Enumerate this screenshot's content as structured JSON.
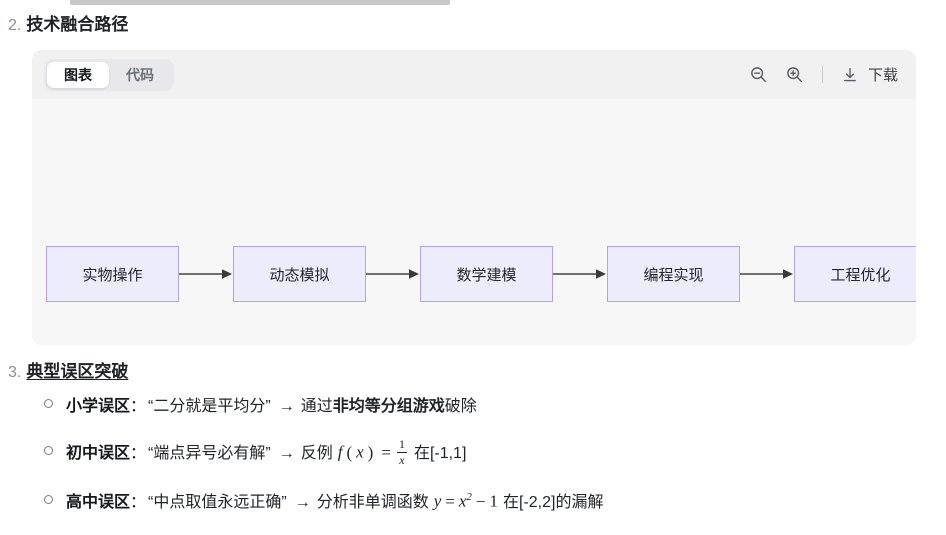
{
  "sections": [
    {
      "number": "2.",
      "title": "技术融合路径",
      "underlined": false
    },
    {
      "number": "3.",
      "title": "典型误区突破",
      "underlined": true
    }
  ],
  "chart_panel": {
    "tabs": [
      {
        "label": "图表",
        "active": true
      },
      {
        "label": "代码",
        "active": false
      }
    ],
    "tools": {
      "zoom_out_icon": "zoom-out-icon",
      "zoom_in_icon": "zoom-in-icon",
      "download_icon": "download-icon",
      "download_label": "下载"
    }
  },
  "chart_data": {
    "type": "diagram",
    "diagram_kind": "flowchart",
    "direction": "left-to-right",
    "title": "技术融合路径",
    "node_fill": "#ececfd",
    "node_border": "#b3a2e6",
    "edge_color": "#707070",
    "nodes": [
      {
        "id": "n0",
        "label": "实物操作"
      },
      {
        "id": "n1",
        "label": "动态模拟"
      },
      {
        "id": "n2",
        "label": "数学建模"
      },
      {
        "id": "n3",
        "label": "编程实现"
      },
      {
        "id": "n4",
        "label": "工程优化"
      }
    ],
    "edges": [
      {
        "from": "n0",
        "to": "n1",
        "arrow": true
      },
      {
        "from": "n1",
        "to": "n2",
        "arrow": true
      },
      {
        "from": "n2",
        "to": "n3",
        "arrow": true
      },
      {
        "from": "n3",
        "to": "n4",
        "arrow": true
      }
    ]
  },
  "misconceptions": [
    {
      "label": "小学误区",
      "colon": "：",
      "quote": "“二分就是平均分”",
      "arrow": "→",
      "prefix": " 通过",
      "strong": "非均等分组游戏",
      "suffix": "破除",
      "math": null
    },
    {
      "label": "初中误区",
      "colon": "：",
      "quote": "“端点异号必有解”",
      "arrow": "→",
      "prefix": " 反例",
      "strong": "",
      "suffix": " 在[-1,1]",
      "math": "f(x) = 1/x"
    },
    {
      "label": "高中误区",
      "colon": "：",
      "quote": "“中点取值永远正确”",
      "arrow": "→",
      "prefix": " 分析非单调函数",
      "strong": "",
      "suffix": " 在[-2,2]的漏解",
      "math": "y = x^2 - 1"
    }
  ]
}
